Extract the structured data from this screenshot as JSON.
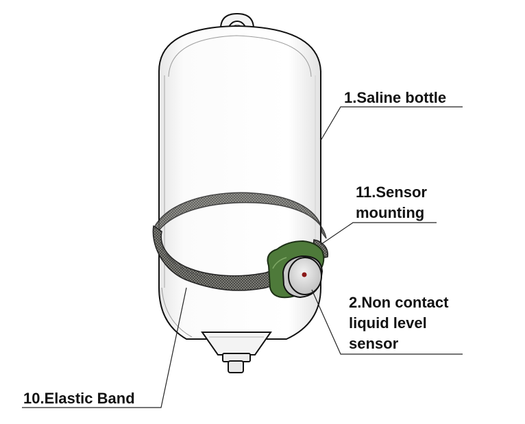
{
  "diagram": {
    "labels": {
      "saline_bottle": "1.Saline bottle",
      "sensor_mounting": [
        "11.Sensor",
        "mounting"
      ],
      "liquid_level_sensor": [
        "2.Non contact",
        "liquid level",
        "sensor"
      ],
      "elastic_band": "10.Elastic Band"
    }
  }
}
